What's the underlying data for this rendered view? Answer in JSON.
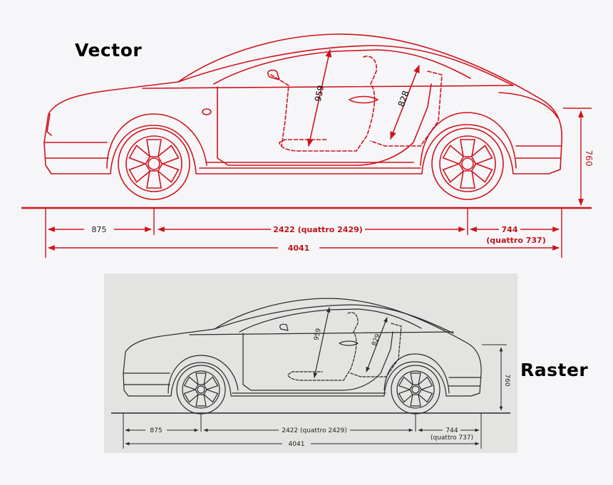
{
  "labels": {
    "vector": "Vector",
    "raster": "Raster"
  },
  "vector_dims": {
    "front_overhang": "875",
    "wheelbase": "2422 (quattro 2429)",
    "rear_overhang": "744",
    "rear_overhang_quattro": "(quattro 737)",
    "length": "4041",
    "height": "760",
    "seat_front": "959",
    "seat_rear": "828"
  },
  "raster_dims": {
    "front_overhang": "875",
    "wheelbase": "2422 (quattro 2429)",
    "rear_overhang": "744",
    "rear_overhang_quattro": "(quattro 737)",
    "length": "4041",
    "height": "760",
    "seat_front": "959",
    "seat_rear": "829"
  },
  "colors": {
    "vector_line": "#d0121c",
    "raster_line": "#2a2a2a",
    "background": "#f6f6f8",
    "raster_panel": "#e3e3e1"
  }
}
